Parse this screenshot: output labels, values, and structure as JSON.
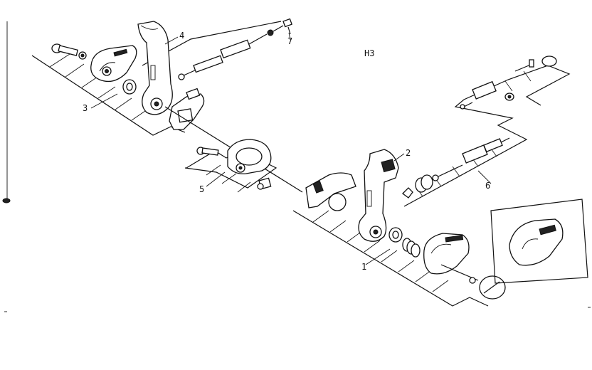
{
  "diagram": {
    "figure_code": "H3",
    "callouts": [
      "1",
      "2",
      "3",
      "4",
      "5",
      "6",
      "7"
    ]
  }
}
